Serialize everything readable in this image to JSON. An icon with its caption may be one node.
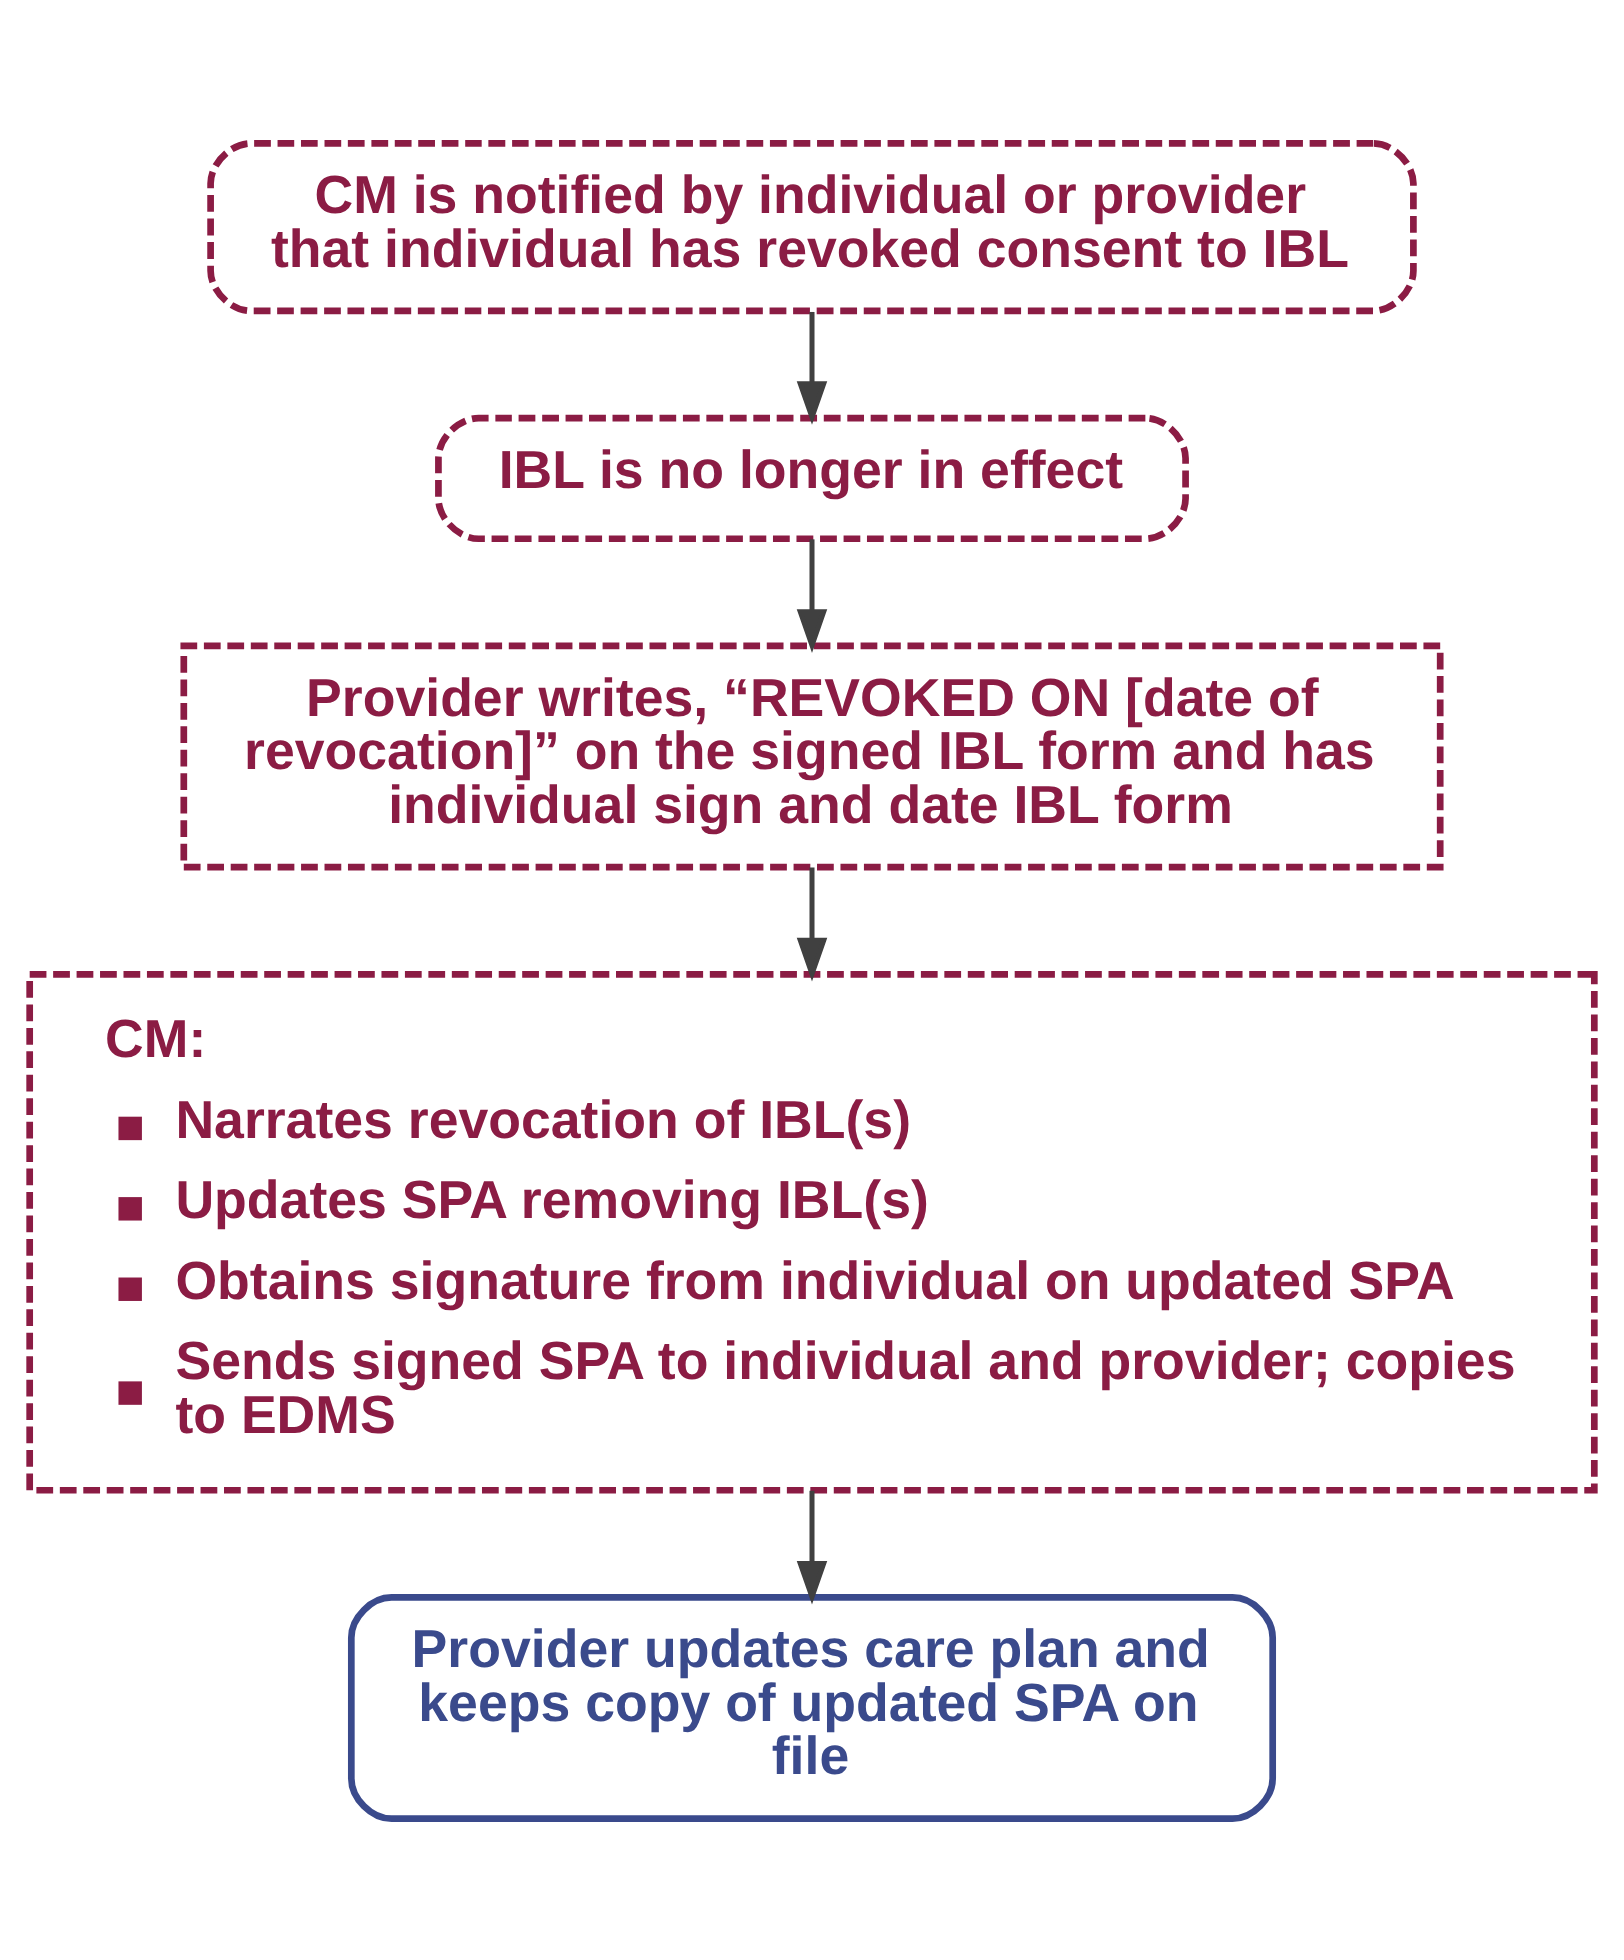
{
  "diagram": {
    "nodes": [
      {
        "text": [
          "CM is notified by individual or provider that individual has revoked consent to IBL"
        ]
      },
      {
        "text": [
          "IBL is no longer in effect"
        ]
      },
      {
        "text": [
          "Provider writes, “REVOKED ON [date of revocation]” on the signed IBL form and has individual sign and date IBL form"
        ]
      },
      {
        "text": [
          "CM:",
          "Narrates revocation of IBL(s)",
          "Updates SPA removing IBL(s)",
          "Obtains signature from individual on updated SPA",
          "Sends signed SPA to individual and provider; copies to EDMS"
        ]
      },
      {
        "text": [
          "Provider updates care plan and keeps copy of updated SPA on file"
        ]
      }
    ],
    "edges": [
      {
        "from": 0,
        "to": 1,
        "arrow": "to"
      },
      {
        "from": 1,
        "to": 2,
        "arrow": "to"
      },
      {
        "from": 2,
        "to": 3,
        "arrow": "to"
      },
      {
        "from": 3,
        "to": 4,
        "arrow": "to"
      }
    ]
  }
}
